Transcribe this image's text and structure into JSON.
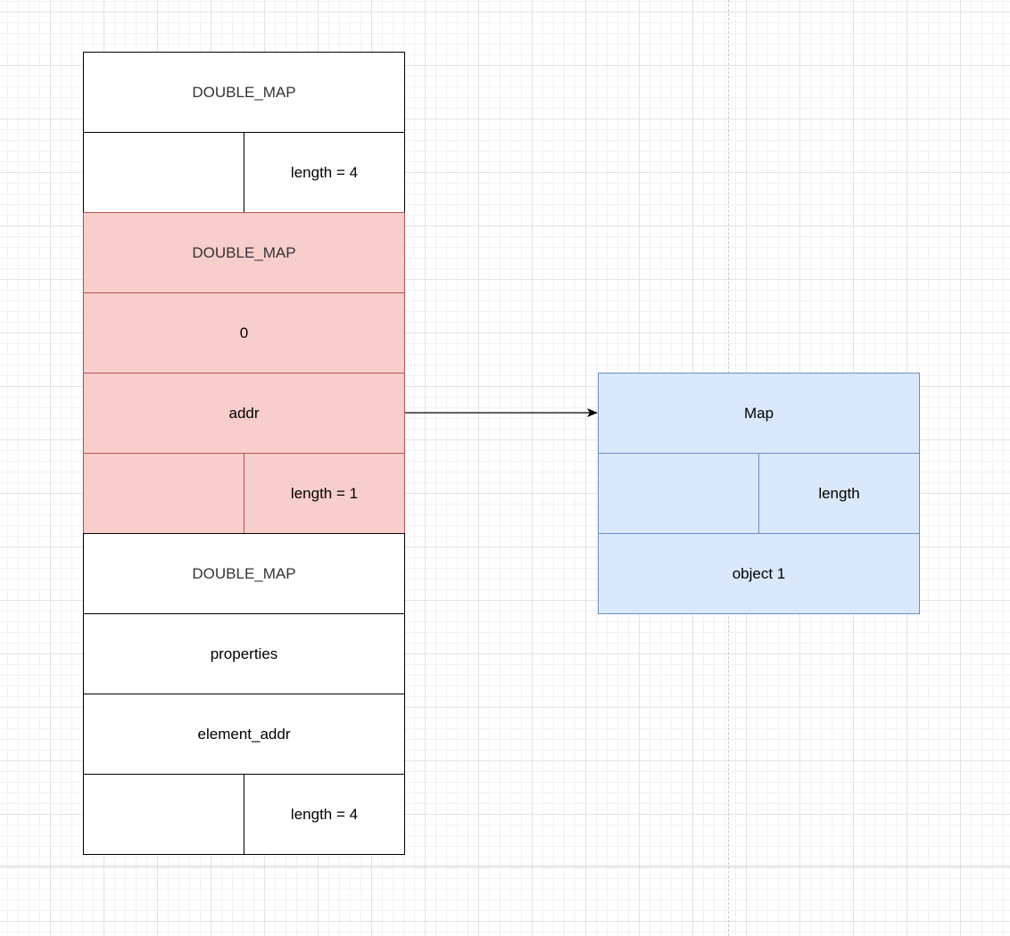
{
  "colors": {
    "plain_fill": "#ffffff",
    "plain_stroke": "#000000",
    "highlight_fill": "#f8cecc",
    "highlight_stroke": "#b85450",
    "map_fill": "#dae8fc",
    "map_stroke": "#6c8ebf"
  },
  "left_stack": {
    "cells": [
      {
        "label": "DOUBLE_MAP"
      },
      {
        "label": ""
      },
      {
        "label": "length = 4"
      },
      {
        "label": "DOUBLE_MAP"
      },
      {
        "label": "0"
      },
      {
        "label": "addr"
      },
      {
        "label": ""
      },
      {
        "label": "length = 1"
      },
      {
        "label": "DOUBLE_MAP"
      },
      {
        "label": "properties"
      },
      {
        "label": "element_addr"
      },
      {
        "label": ""
      },
      {
        "label": "length = 4"
      }
    ]
  },
  "map_box": {
    "cells": [
      {
        "label": "Map"
      },
      {
        "label": ""
      },
      {
        "label": "length"
      },
      {
        "label": "object 1"
      }
    ]
  },
  "connector": {
    "from": "addr",
    "to": "Map"
  }
}
